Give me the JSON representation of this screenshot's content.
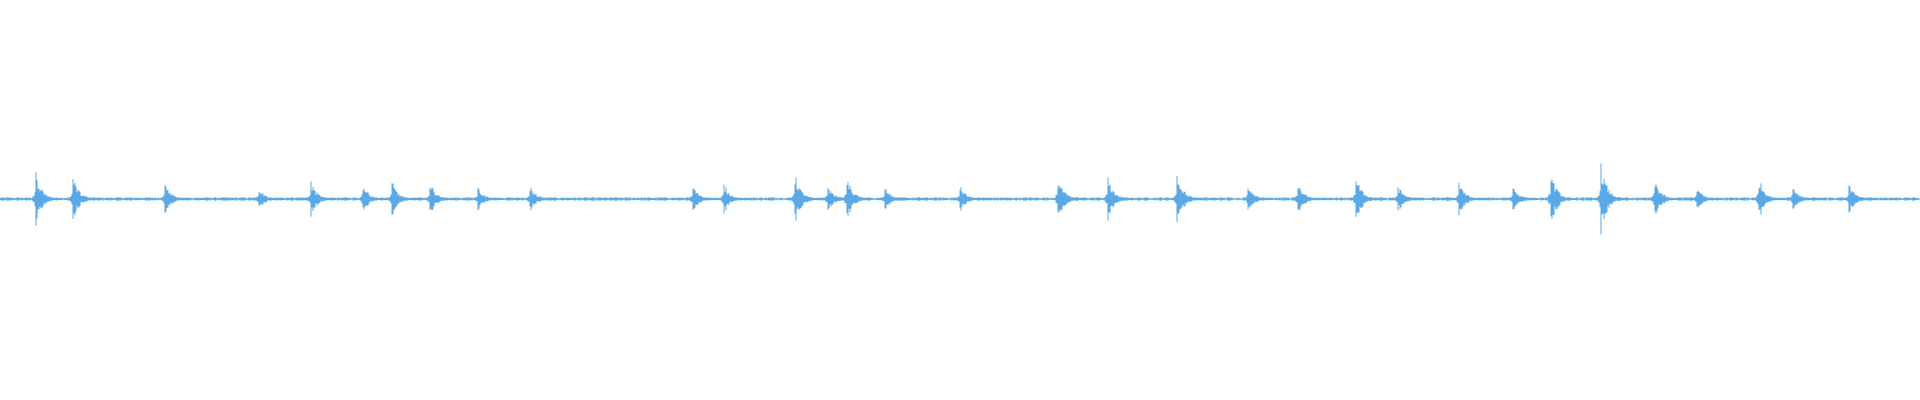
{
  "waveform": {
    "color": "#5aa9e6",
    "background": "#ffffff",
    "peaks": [
      {
        "t": 0.019,
        "amp": 0.14
      },
      {
        "t": 0.038,
        "amp": 0.12
      },
      {
        "t": 0.086,
        "amp": 0.09
      },
      {
        "t": 0.135,
        "amp": 0.06
      },
      {
        "t": 0.162,
        "amp": 0.09
      },
      {
        "t": 0.189,
        "amp": 0.08
      },
      {
        "t": 0.204,
        "amp": 0.09
      },
      {
        "t": 0.224,
        "amp": 0.09
      },
      {
        "t": 0.249,
        "amp": 0.06
      },
      {
        "t": 0.276,
        "amp": 0.07
      },
      {
        "t": 0.361,
        "amp": 0.07
      },
      {
        "t": 0.377,
        "amp": 0.08
      },
      {
        "t": 0.414,
        "amp": 0.13
      },
      {
        "t": 0.431,
        "amp": 0.07
      },
      {
        "t": 0.441,
        "amp": 0.11
      },
      {
        "t": 0.461,
        "amp": 0.06
      },
      {
        "t": 0.5,
        "amp": 0.07
      },
      {
        "t": 0.551,
        "amp": 0.11
      },
      {
        "t": 0.577,
        "amp": 0.11
      },
      {
        "t": 0.613,
        "amp": 0.14
      },
      {
        "t": 0.65,
        "amp": 0.07
      },
      {
        "t": 0.676,
        "amp": 0.08
      },
      {
        "t": 0.706,
        "amp": 0.12
      },
      {
        "t": 0.728,
        "amp": 0.07
      },
      {
        "t": 0.76,
        "amp": 0.09
      },
      {
        "t": 0.788,
        "amp": 0.07
      },
      {
        "t": 0.808,
        "amp": 0.14
      },
      {
        "t": 0.834,
        "amp": 0.18
      },
      {
        "t": 0.862,
        "amp": 0.1
      },
      {
        "t": 0.884,
        "amp": 0.06
      },
      {
        "t": 0.916,
        "amp": 0.11
      },
      {
        "t": 0.934,
        "amp": 0.07
      },
      {
        "t": 0.963,
        "amp": 0.08
      }
    ]
  }
}
